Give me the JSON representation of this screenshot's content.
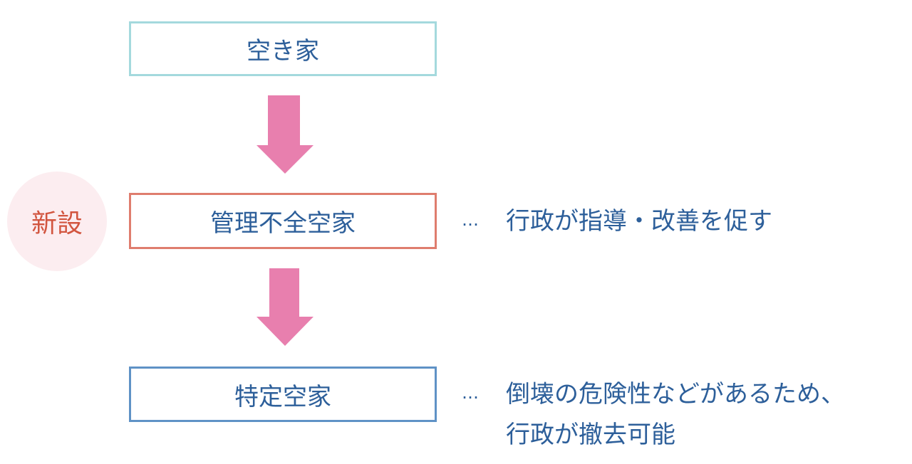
{
  "boxes": {
    "vacant_house": "空き家",
    "poorly_managed": "管理不全空家",
    "specified": "特定空家"
  },
  "badge": "新設",
  "notes": {
    "ellipsis": "…",
    "poorly_managed": "行政が指導・改善を促す",
    "specified_line1": "倒壊の危険性などがあるため、",
    "specified_line2": "行政が撤去可能"
  },
  "colors": {
    "text": "#2d5f9a",
    "arrow": "#e87fae",
    "badge": "#d2553f"
  }
}
